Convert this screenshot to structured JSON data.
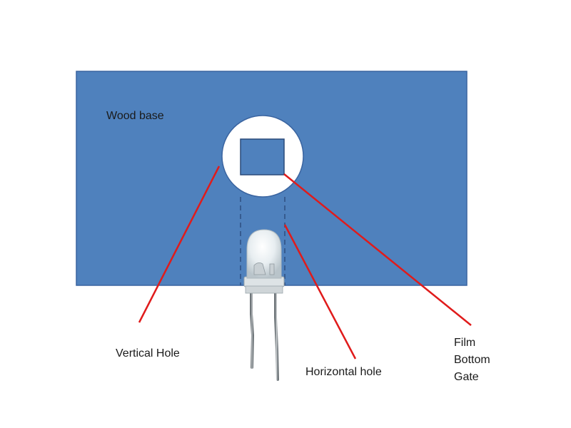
{
  "labels": {
    "wood_base": "Wood base",
    "vertical_hole": "Vertical Hole",
    "horizontal_hole": "Horizontal hole",
    "film_bottom_gate": [
      "Film",
      "Bottom",
      "Gate"
    ]
  },
  "colors": {
    "wood_base_fill": "#4f81bd",
    "wood_base_stroke": "#3a64a0",
    "hole_fill": "#ffffff",
    "pointer_line": "#e01b1b",
    "dashed_guide": "#2f4f80",
    "led_lens": "#e6ecef",
    "led_leads": "#9aa0a4"
  },
  "components": {
    "led": "led-icon"
  }
}
